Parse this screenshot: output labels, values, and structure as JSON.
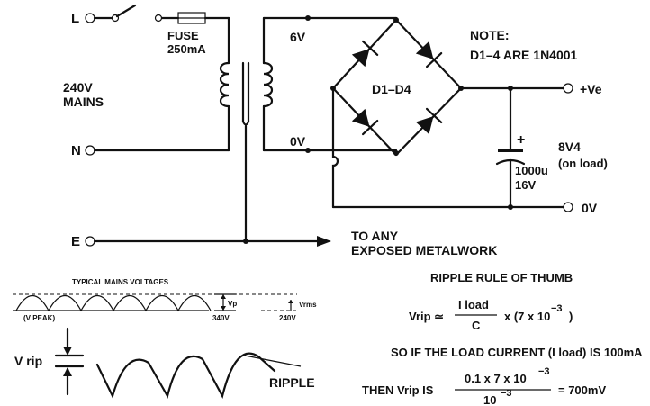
{
  "circuit": {
    "terminal_live": "L",
    "terminal_neutral": "N",
    "terminal_earth": "E",
    "mains_line1": "240V",
    "mains_line2": "MAINS",
    "fuse_line1": "FUSE",
    "fuse_line2": "250mA",
    "secondary_top": "6V",
    "secondary_bottom": "0V",
    "bridge_label": "D1–D4",
    "note_line1": "NOTE:",
    "note_line2": "D1–4 ARE 1N4001",
    "output_pos": "+Ve",
    "output_neg": "0V",
    "output_voltage": "8V4",
    "output_condition": "(on load)",
    "cap_plus": "+",
    "cap_value": "1000u",
    "cap_voltage": "16V",
    "earth_line1": "TO ANY",
    "earth_line2": "EXPOSED METALWORK"
  },
  "mains_waveform": {
    "title": "TYPICAL MAINS VOLTAGES",
    "peak_label": "(V PEAK)",
    "vp_label": "Vp",
    "vp_value": "340V",
    "vrms_label": "Vrms",
    "vrms_value": "240V"
  },
  "ripple_waveform": {
    "vrip_label": "V rip",
    "ripple_label": "RIPPLE"
  },
  "formula": {
    "title": "RIPPLE RULE OF THUMB",
    "lhs": "Vrip ≃",
    "numerator": "I load",
    "denominator": "C",
    "factor": "x (7 x 10",
    "exponent": "−3",
    "close": ")",
    "condition": "SO IF THE LOAD CURRENT (I load) IS 100mA",
    "then_prefix": "THEN Vrip IS",
    "then_numerator": "0.1 x 7 x 10",
    "then_num_exp": "−3",
    "then_denominator": "10",
    "then_den_exp": "−3",
    "result": "= 700mV"
  }
}
